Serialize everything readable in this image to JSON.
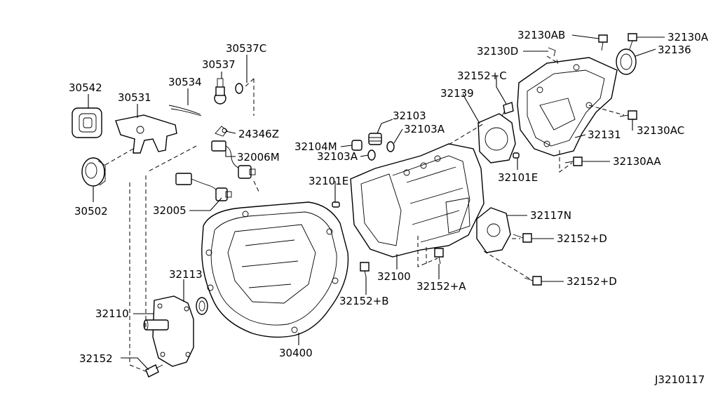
{
  "diagram": {
    "code": "J3210117",
    "labels": {
      "p30537c": "30537C",
      "p30537": "30537",
      "p30534": "30534",
      "p30542": "30542",
      "p30531": "30531",
      "p24346z": "24346Z",
      "p32006m": "32006M",
      "p30502": "30502",
      "p32005": "32005",
      "p32113": "32113",
      "p32110": "32110",
      "p32152": "32152",
      "p30400": "30400",
      "p32103": "32103",
      "p32103a_1": "32103A",
      "p32104m": "32104M",
      "p32103a_2": "32103A",
      "p32101e_1": "32101E",
      "p32100": "32100",
      "p32152b": "32152+B",
      "p32152a": "32152+A",
      "p32152c": "32152+C",
      "p32139": "32139",
      "p32130d": "32130D",
      "p32130ab": "32130AB",
      "p32130a": "32130A",
      "p32136": "32136",
      "p32131": "32131",
      "p32130ac": "32130AC",
      "p32101e_2": "32101E",
      "p32130aa": "32130AA",
      "p32117n": "32117N",
      "p32152d_1": "32152+D",
      "p32152d_2": "32152+D"
    }
  }
}
